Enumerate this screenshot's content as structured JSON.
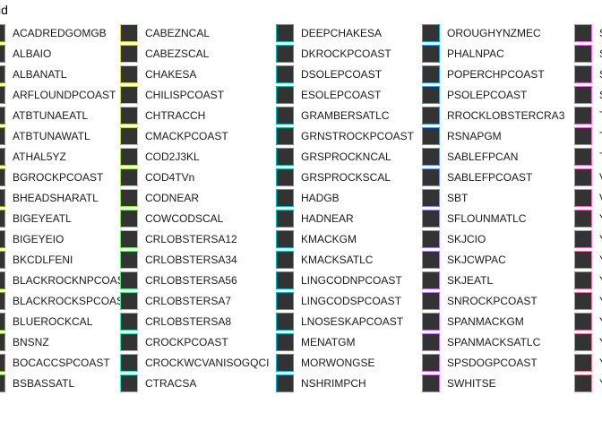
{
  "chart_data": {
    "type": "legend",
    "title": "id",
    "legend_placement": "full-panel",
    "columns": [
      {
        "colors": [
          "#A3A500",
          "#A3A500",
          "#9FA700",
          "#9CA800",
          "#99A800",
          "#96AA00",
          "#93AA00",
          "#90AC00",
          "#8CAE00",
          "#88AF00",
          "#84B000",
          "#80B200",
          "#7CB300",
          "#78B500",
          "#73B600",
          "#6EB800",
          "#68B900",
          "#62BA00"
        ],
        "labels": [
          "ACADREDGOMGB",
          "ALBAIO",
          "ALBANATL",
          "ARFLOUNDPCOAST",
          "ATBTUNAEATL",
          "ATBTUNAWATL",
          "ATHAL5YZ",
          "BGROCKPCOAST",
          "BHEADSHARATL",
          "BIGEYEATL",
          "BIGEYEIO",
          "BKCDLFENI",
          "BLACKROCKNPCOAST",
          "BLACKROCKSPCOAST",
          "BLUEROCKCAL",
          "BNSNZ",
          "BOCACCSPCOAST",
          "BSBASSATL"
        ]
      },
      {
        "colors": [
          "#D4D133",
          "#D3D333",
          "#CDD633",
          "#C5DA33",
          "#BDDE33",
          "#B4E233",
          "#A9E533",
          "#9DE835",
          "#8FEB3C",
          "#7EED48",
          "#6CEE57",
          "#5AEF69",
          "#4AEF7C",
          "#3DEF8F",
          "#35EEA1",
          "#33ECB2",
          "#33E9C2",
          "#33E6D1"
        ],
        "labels": [
          "CABEZNCAL",
          "CABEZSCAL",
          "CHAKESA",
          "CHILISPCOAST",
          "CHTRACCH",
          "CMACKPCOAST",
          "COD2J3KL",
          "COD4TVn",
          "CODNEAR",
          "COWCODSCAL",
          "CRLOBSTERSA12",
          "CRLOBSTERSA34",
          "CRLOBSTERSA56",
          "CRLOBSTERSA7",
          "CRLOBSTERSA8",
          "CROCKPCOAST",
          "CROCKWCVANISOGQCI",
          "CTRACSA"
        ]
      },
      {
        "colors": [
          "#00BFA8",
          "#00BFAB",
          "#00BFAE",
          "#00BFB1",
          "#00BFB4",
          "#00BFB7",
          "#00BEBA",
          "#00BEBD",
          "#00BDC0",
          "#00BCC3",
          "#00BBC6",
          "#00BAC9",
          "#00B8CC",
          "#00B7CF",
          "#00B5D2",
          "#00B3D5",
          "#00B1D8",
          "#00AFDB"
        ],
        "labels": [
          "DEEPCHAKESA",
          "DKROCKPCOAST",
          "DSOLEPCOAST",
          "ESOLEPCOAST",
          "GRAMBERSATLC",
          "GRNSTROCKPCOAST",
          "GRSPROCKNCAL",
          "GRSPROCKSCAL",
          "HADGB",
          "HADNEAR",
          "KMACKGM",
          "KMACKSATLC",
          "LINGCODNPCOAST",
          "LINGCODSPCOAST",
          "LNOSESKAPCOAST",
          "MENATGM",
          "MORWONGSE",
          "NSHRIMPCH"
        ]
      },
      {
        "colors": [
          "#00A9FF",
          "#10A6FF",
          "#22A3FF",
          "#32A0FF",
          "#429CFF",
          "#5299FF",
          "#6195FF",
          "#6F91FF",
          "#7D8DFF",
          "#8A89FF",
          "#9685FF",
          "#A181FF",
          "#AB7CFF",
          "#B578FF",
          "#BE74FF",
          "#C670FF",
          "#CD6CFC",
          "#D368F8"
        ],
        "labels": [
          "OROUGHYNZMEC",
          "PHALNPAC",
          "POPERCHPCOAST",
          "PSOLEPCOAST",
          "RROCKLOBSTERCRA3",
          "RSNAPGM",
          "SABLEFPCAN",
          "SABLEFPCOAST",
          "SBT",
          "SFLOUNMATLC",
          "SKJCIO",
          "SKJCWPAC",
          "SKJEATL",
          "SNROCKPCOAST",
          "SPANMACKGM",
          "SPANMACKSATLC",
          "SPSDOGPCOAST",
          "SWHITSE"
        ]
      },
      {
        "colors": [
          "#E76BF3",
          "#EA69EE",
          "#EC68E8",
          "#EE67E2",
          "#F066DB",
          "#F166D5",
          "#F266CE",
          "#F367C7",
          "#F368C0",
          "#F369B9",
          "#F36BB2",
          "#F26DAB",
          "#F170A4",
          "#F0729D",
          "#EE7596",
          "#EC788F",
          "#E97B89",
          "#E67E83"
        ],
        "labels": [
          "S",
          "S",
          "S",
          "S",
          "T",
          "T",
          "T",
          "V",
          "V",
          "Y",
          "Y",
          "Y",
          "Y",
          "Y",
          "Y",
          "Y",
          "Y",
          "Y"
        ]
      }
    ]
  }
}
